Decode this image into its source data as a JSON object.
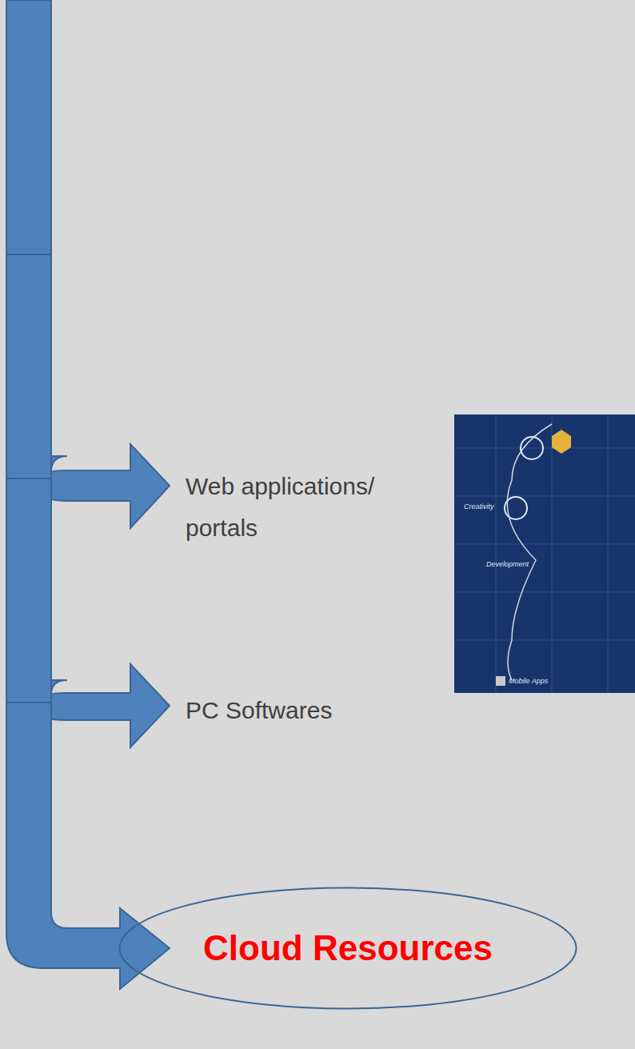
{
  "diagram": {
    "nodes": [
      {
        "text": [
          "Cloud Resources"
        ]
      }
    ],
    "labels": [
      "Web applications/ portals",
      "PC Softwares",
      "Creativity",
      "Development",
      "Mobile Apps"
    ]
  }
}
